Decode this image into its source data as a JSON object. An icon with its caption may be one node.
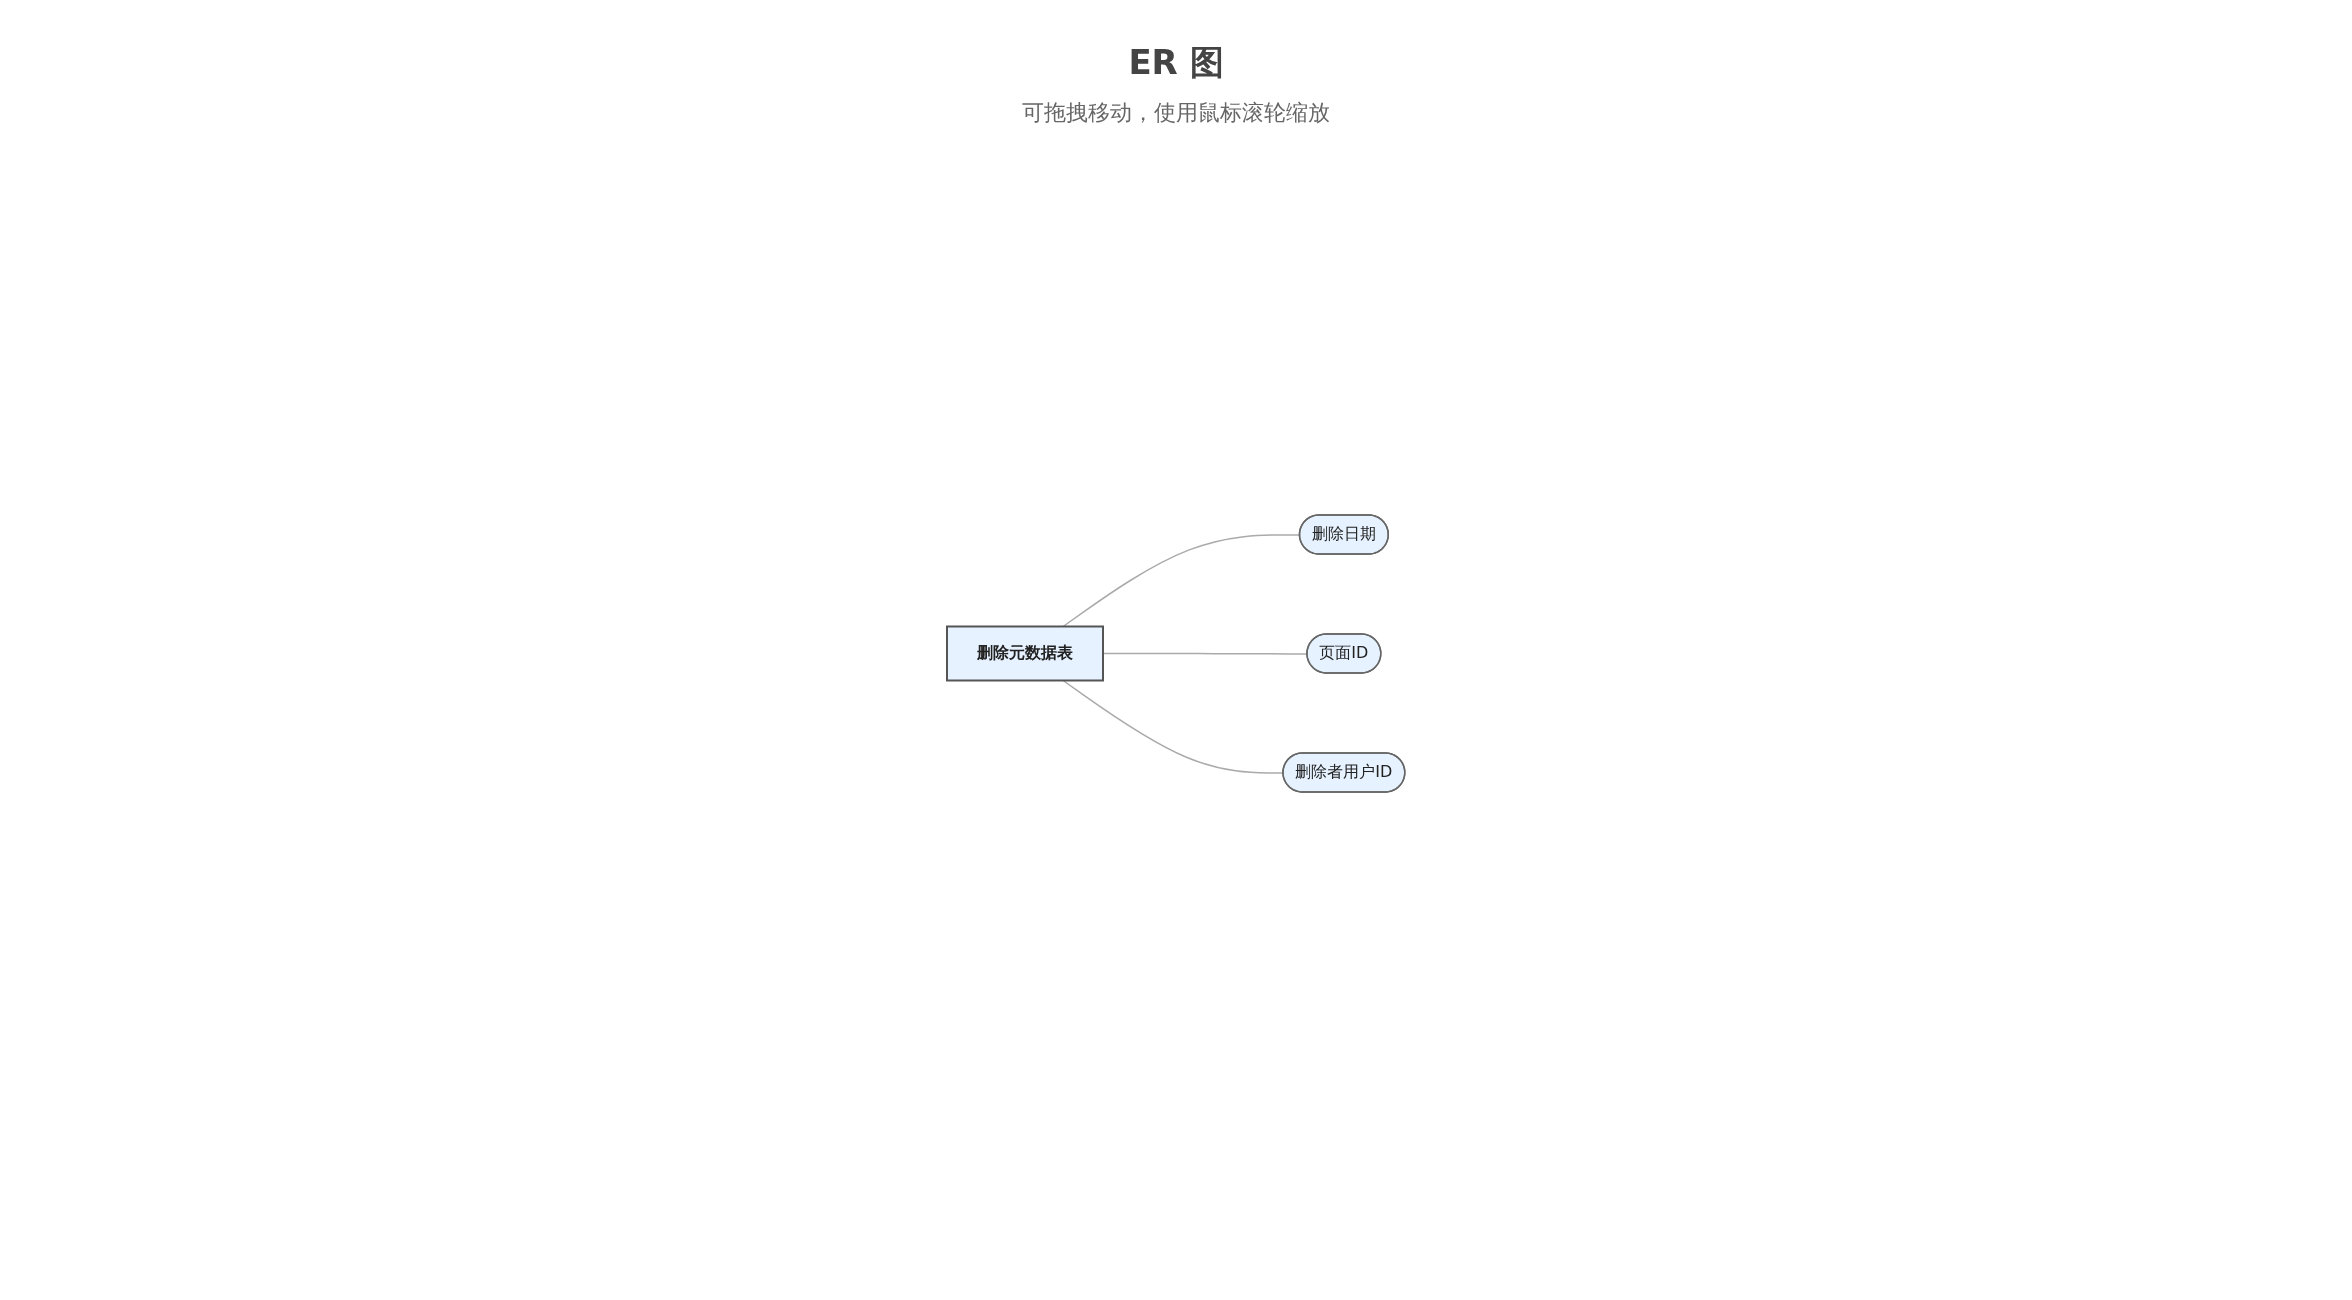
{
  "diagram": {
    "title": "ER 图",
    "caption": "可拖拽移动，使用鼠标滚轮缩放",
    "nodes": [
      {
        "text": [
          "删除日期"
        ]
      },
      {
        "text": [
          "删除元数据表"
        ]
      },
      {
        "text": [
          "页面ID"
        ]
      },
      {
        "text": [
          "删除者用户ID"
        ]
      }
    ],
    "edges": [
      {
        "from": 1,
        "to": 0,
        "arrow": "none"
      },
      {
        "from": 1,
        "to": 2,
        "arrow": "none"
      },
      {
        "from": 1,
        "to": 3,
        "arrow": "none"
      }
    ]
  }
}
